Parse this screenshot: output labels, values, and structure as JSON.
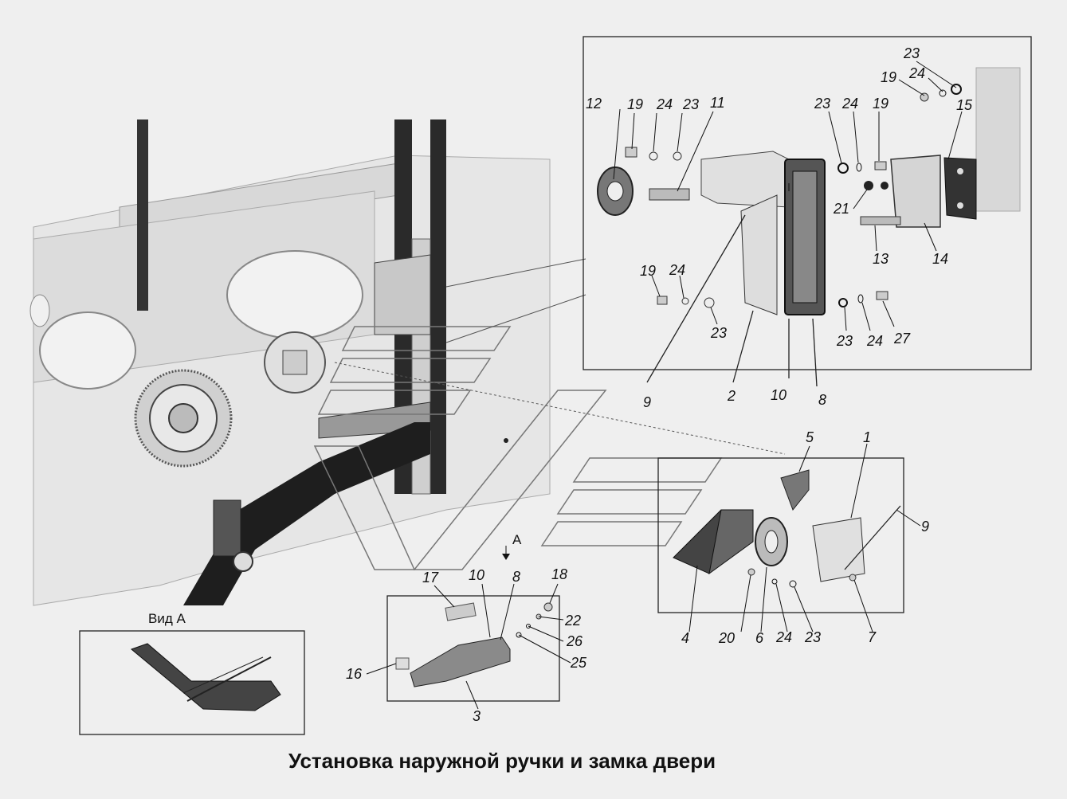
{
  "title": "Установка наружной ручки и замка двери",
  "view_label": "Вид А",
  "view_marker": "A",
  "labels": {
    "l23a": "23",
    "l19a": "19",
    "l24a": "24",
    "l12": "12",
    "l19b": "19",
    "l24b": "24",
    "l23b": "23",
    "l11": "11",
    "l23c": "23",
    "l24c": "24",
    "l19c": "19",
    "l15": "15",
    "l21": "21",
    "l13": "13",
    "l14": "14",
    "l19d": "19",
    "l24d": "24",
    "l23d": "23",
    "l23e": "23",
    "l24e": "24",
    "l27": "27",
    "l9a": "9",
    "l2": "2",
    "l10a": "10",
    "l8a": "8",
    "l5": "5",
    "l1": "1",
    "l9b": "9",
    "l4": "4",
    "l20": "20",
    "l6": "6",
    "l24f": "24",
    "l23f": "23",
    "l7": "7",
    "l17": "17",
    "l10b": "10",
    "l8b": "8",
    "l18": "18",
    "l22": "22",
    "l26": "26",
    "l25": "25",
    "l16": "16",
    "l3": "3"
  }
}
